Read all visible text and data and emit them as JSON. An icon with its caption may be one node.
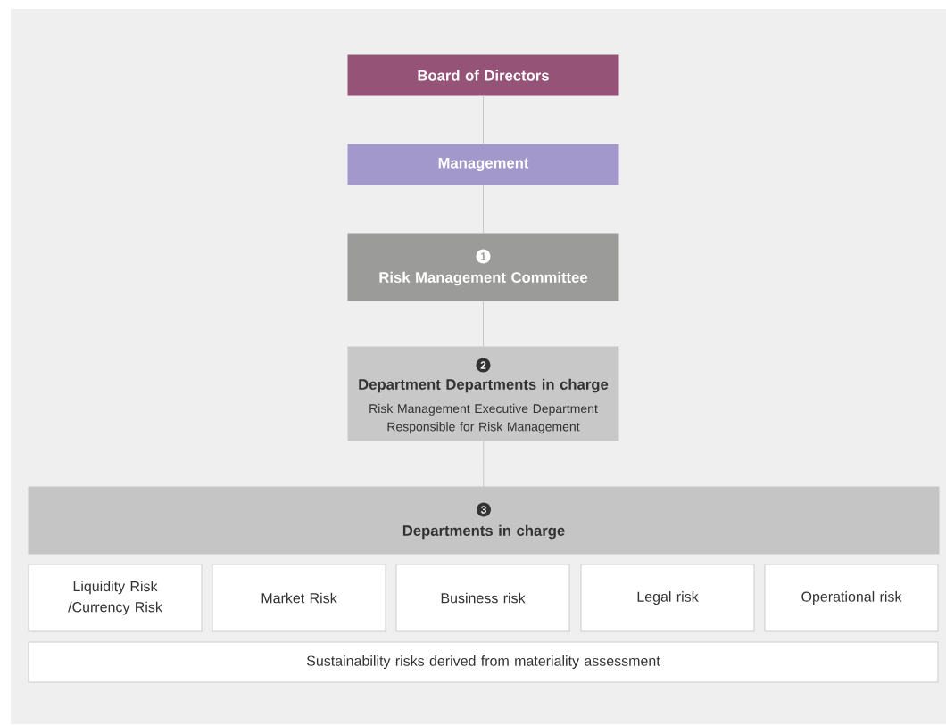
{
  "diagram": {
    "nodes": [
      {
        "text": [
          "Board of Directors"
        ]
      },
      {
        "text": [
          "Management"
        ]
      },
      {
        "text": [
          "1",
          "Risk Management Committee"
        ]
      },
      {
        "text": [
          "2",
          "Department Departments in charge",
          "Risk Management Executive Department Responsible for Risk Management"
        ]
      },
      {
        "text": [
          "3",
          "Departments in charge"
        ]
      },
      {
        "text": [
          "Liquidity Risk /Currency Risk"
        ]
      },
      {
        "text": [
          "Market Risk"
        ]
      },
      {
        "text": [
          "Business risk"
        ]
      },
      {
        "text": [
          "Legal risk"
        ]
      },
      {
        "text": [
          "Operational risk"
        ]
      },
      {
        "text": [
          "Sustainability risks derived from materiality assessment"
        ]
      }
    ],
    "edges": [
      {
        "from": 0,
        "to": 1,
        "arrow": "none"
      },
      {
        "from": 1,
        "to": 2,
        "arrow": "none"
      },
      {
        "from": 2,
        "to": 3,
        "arrow": "none"
      },
      {
        "from": 3,
        "to": 4,
        "arrow": "none"
      }
    ]
  }
}
